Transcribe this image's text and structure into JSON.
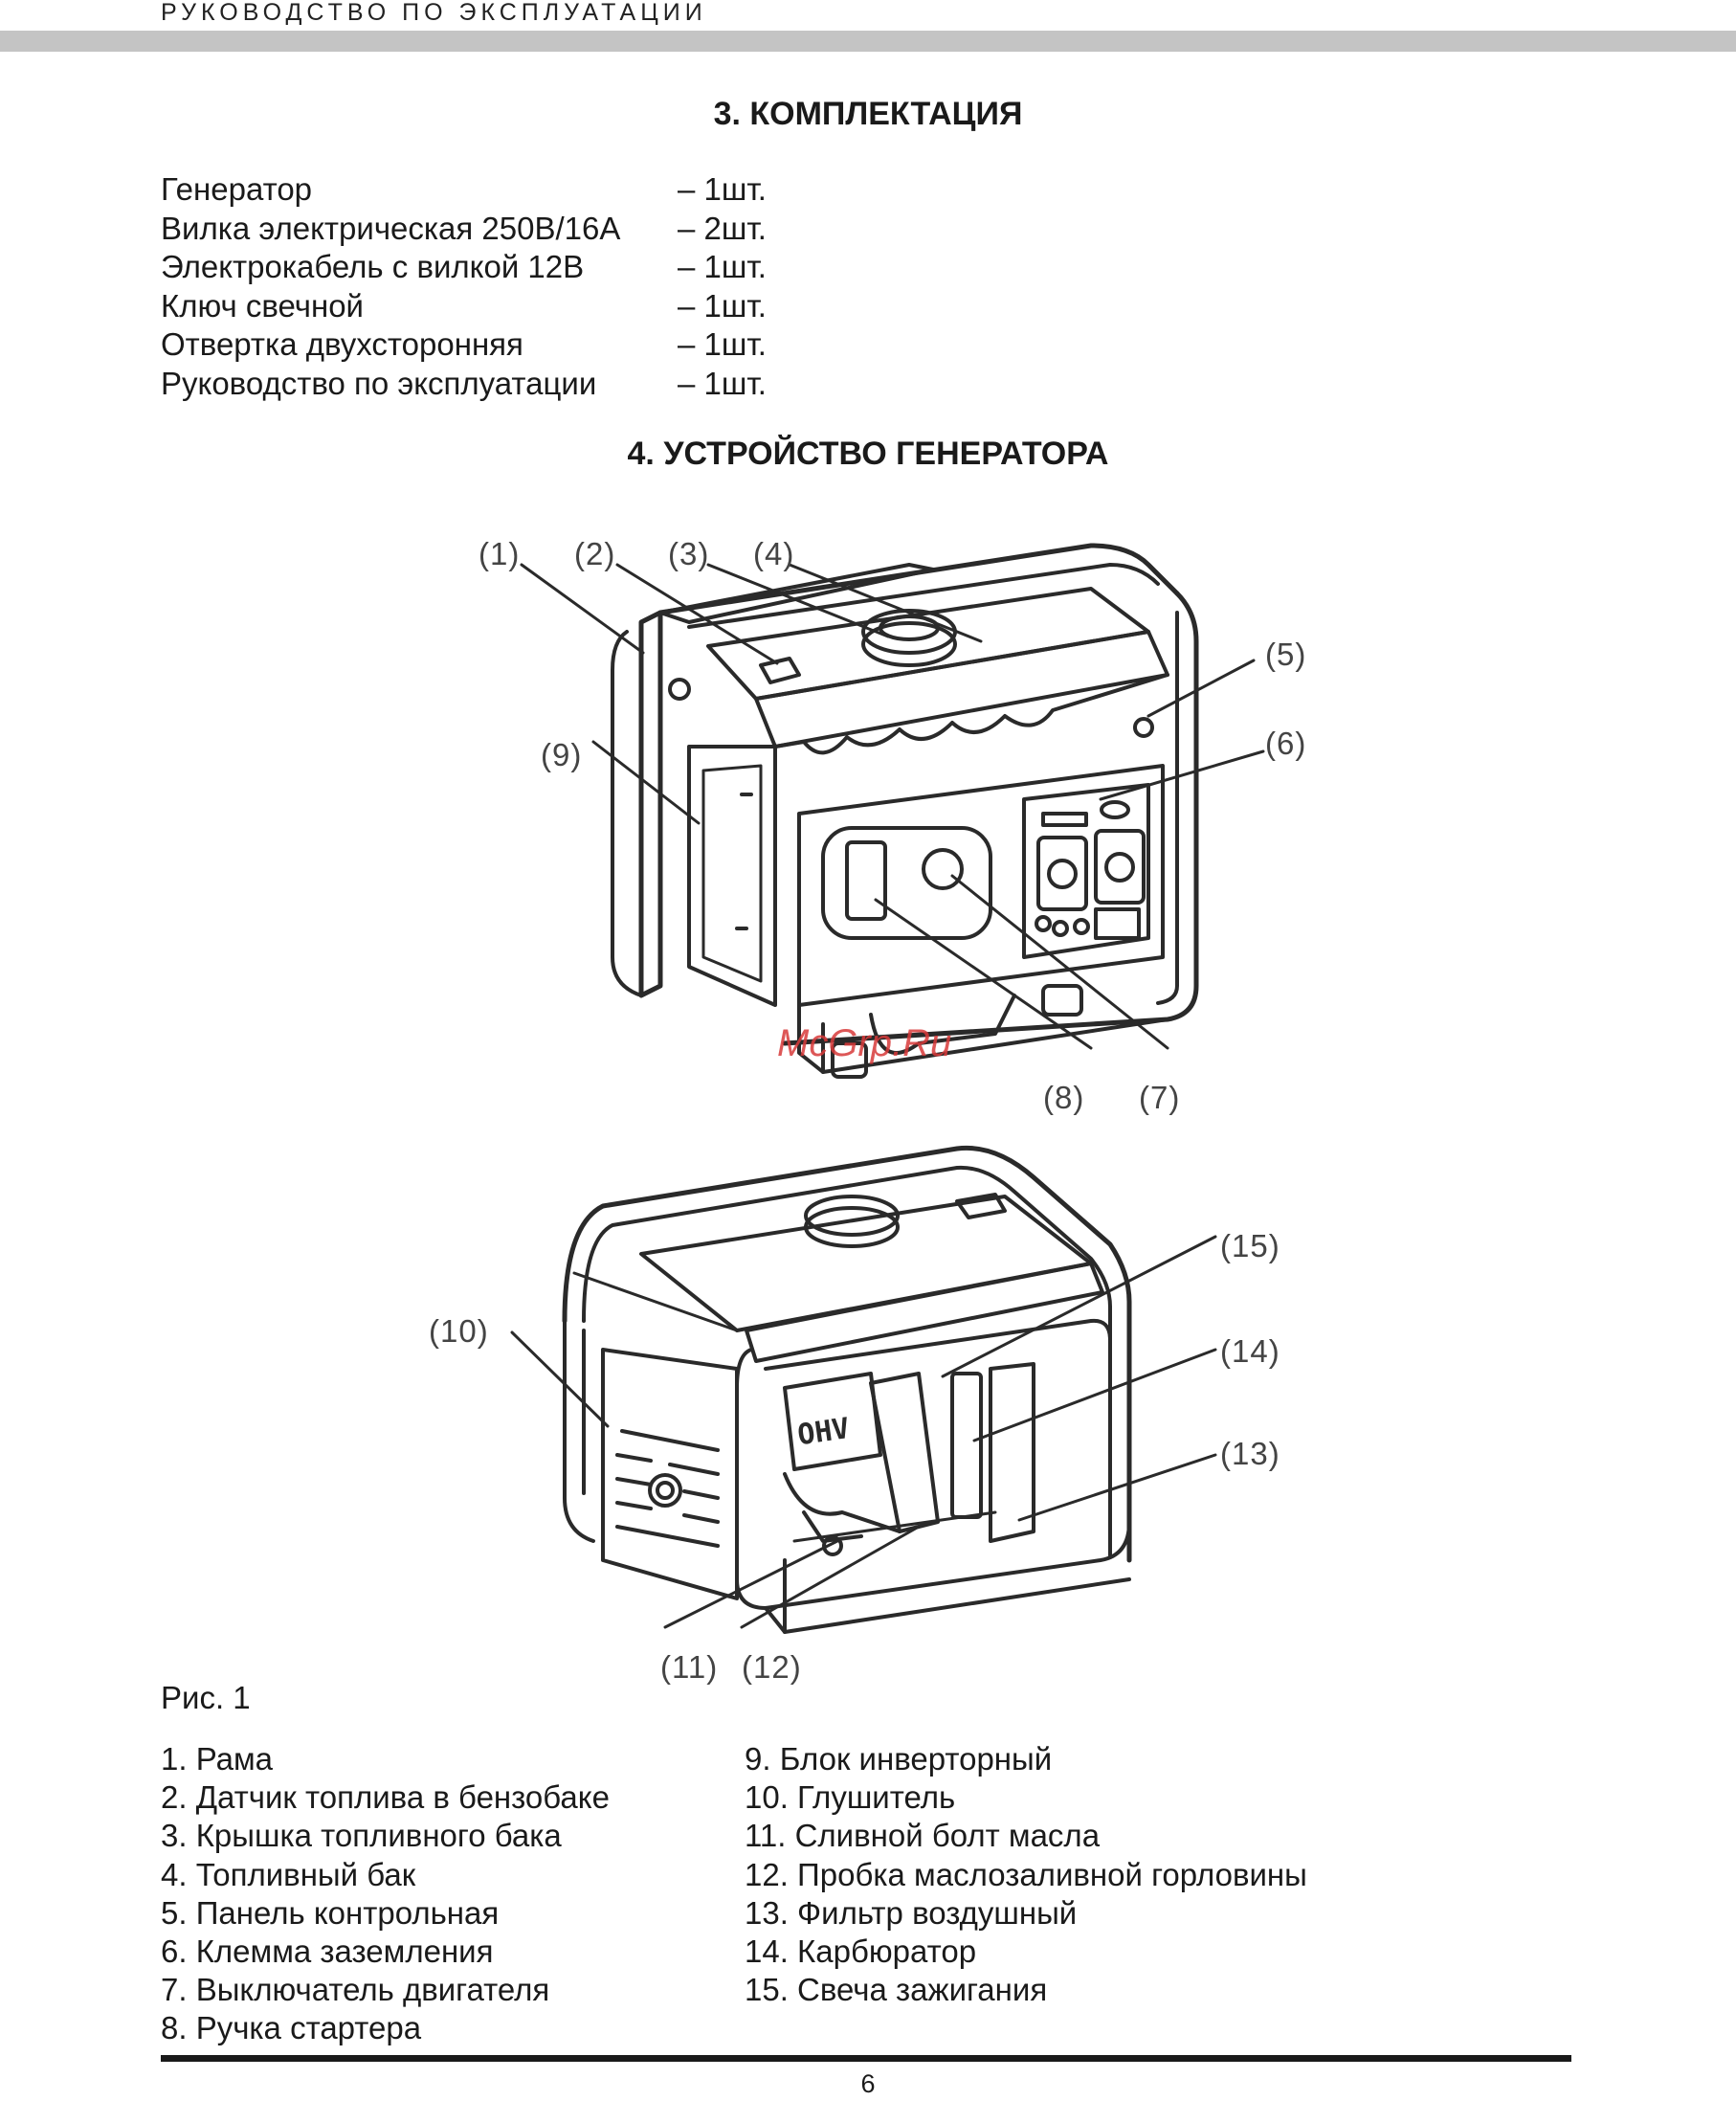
{
  "header": {
    "running_title": "РУКОВОДСТВО ПО ЭКСПЛУАТАЦИИ"
  },
  "section3": {
    "title": "3. КОМПЛЕКТАЦИЯ",
    "items": [
      {
        "name": "Генератор",
        "qty": "– 1шт."
      },
      {
        "name": "Вилка электрическая 250В/16А",
        "qty": "– 2шт."
      },
      {
        "name": "Электрокабель с вилкой 12В",
        "qty": "– 1шт."
      },
      {
        "name": "Ключ свечной",
        "qty": "– 1шт."
      },
      {
        "name": "Отвертка двухсторонняя",
        "qty": "– 1шт."
      },
      {
        "name": "Руководство по эксплуатации",
        "qty": "– 1шт."
      }
    ]
  },
  "section4": {
    "title": "4. УСТРОЙСТВО ГЕНЕРАТОРА",
    "figure": {
      "callouts": [
        "(1)",
        "(2)",
        "(3)",
        "(4)",
        "(5)",
        "(6)",
        "(7)",
        "(8)",
        "(9)",
        "(10)",
        "(11)",
        "(12)",
        "(13)",
        "(14)",
        "(15)"
      ],
      "engine_label": "OHV",
      "watermark": "McGrp.Ru"
    },
    "caption": "Рис. 1",
    "legend_left": [
      "1. Рама",
      "2. Датчик топлива в бензобаке",
      "3. Крышка топливного бака",
      "4. Топливный бак",
      "5. Панель контрольная",
      "6. Клемма заземления",
      "7. Выключатель двигателя",
      "8. Ручка стартера"
    ],
    "legend_right": [
      "9. Блок инверторный",
      "10. Глушитель",
      "11. Сливной болт масла",
      "12. Пробка маслозаливной горловины",
      "13. Фильтр воздушный",
      "14. Карбюратор",
      "15. Свеча зажигания"
    ]
  },
  "footer": {
    "page_number": "6"
  }
}
